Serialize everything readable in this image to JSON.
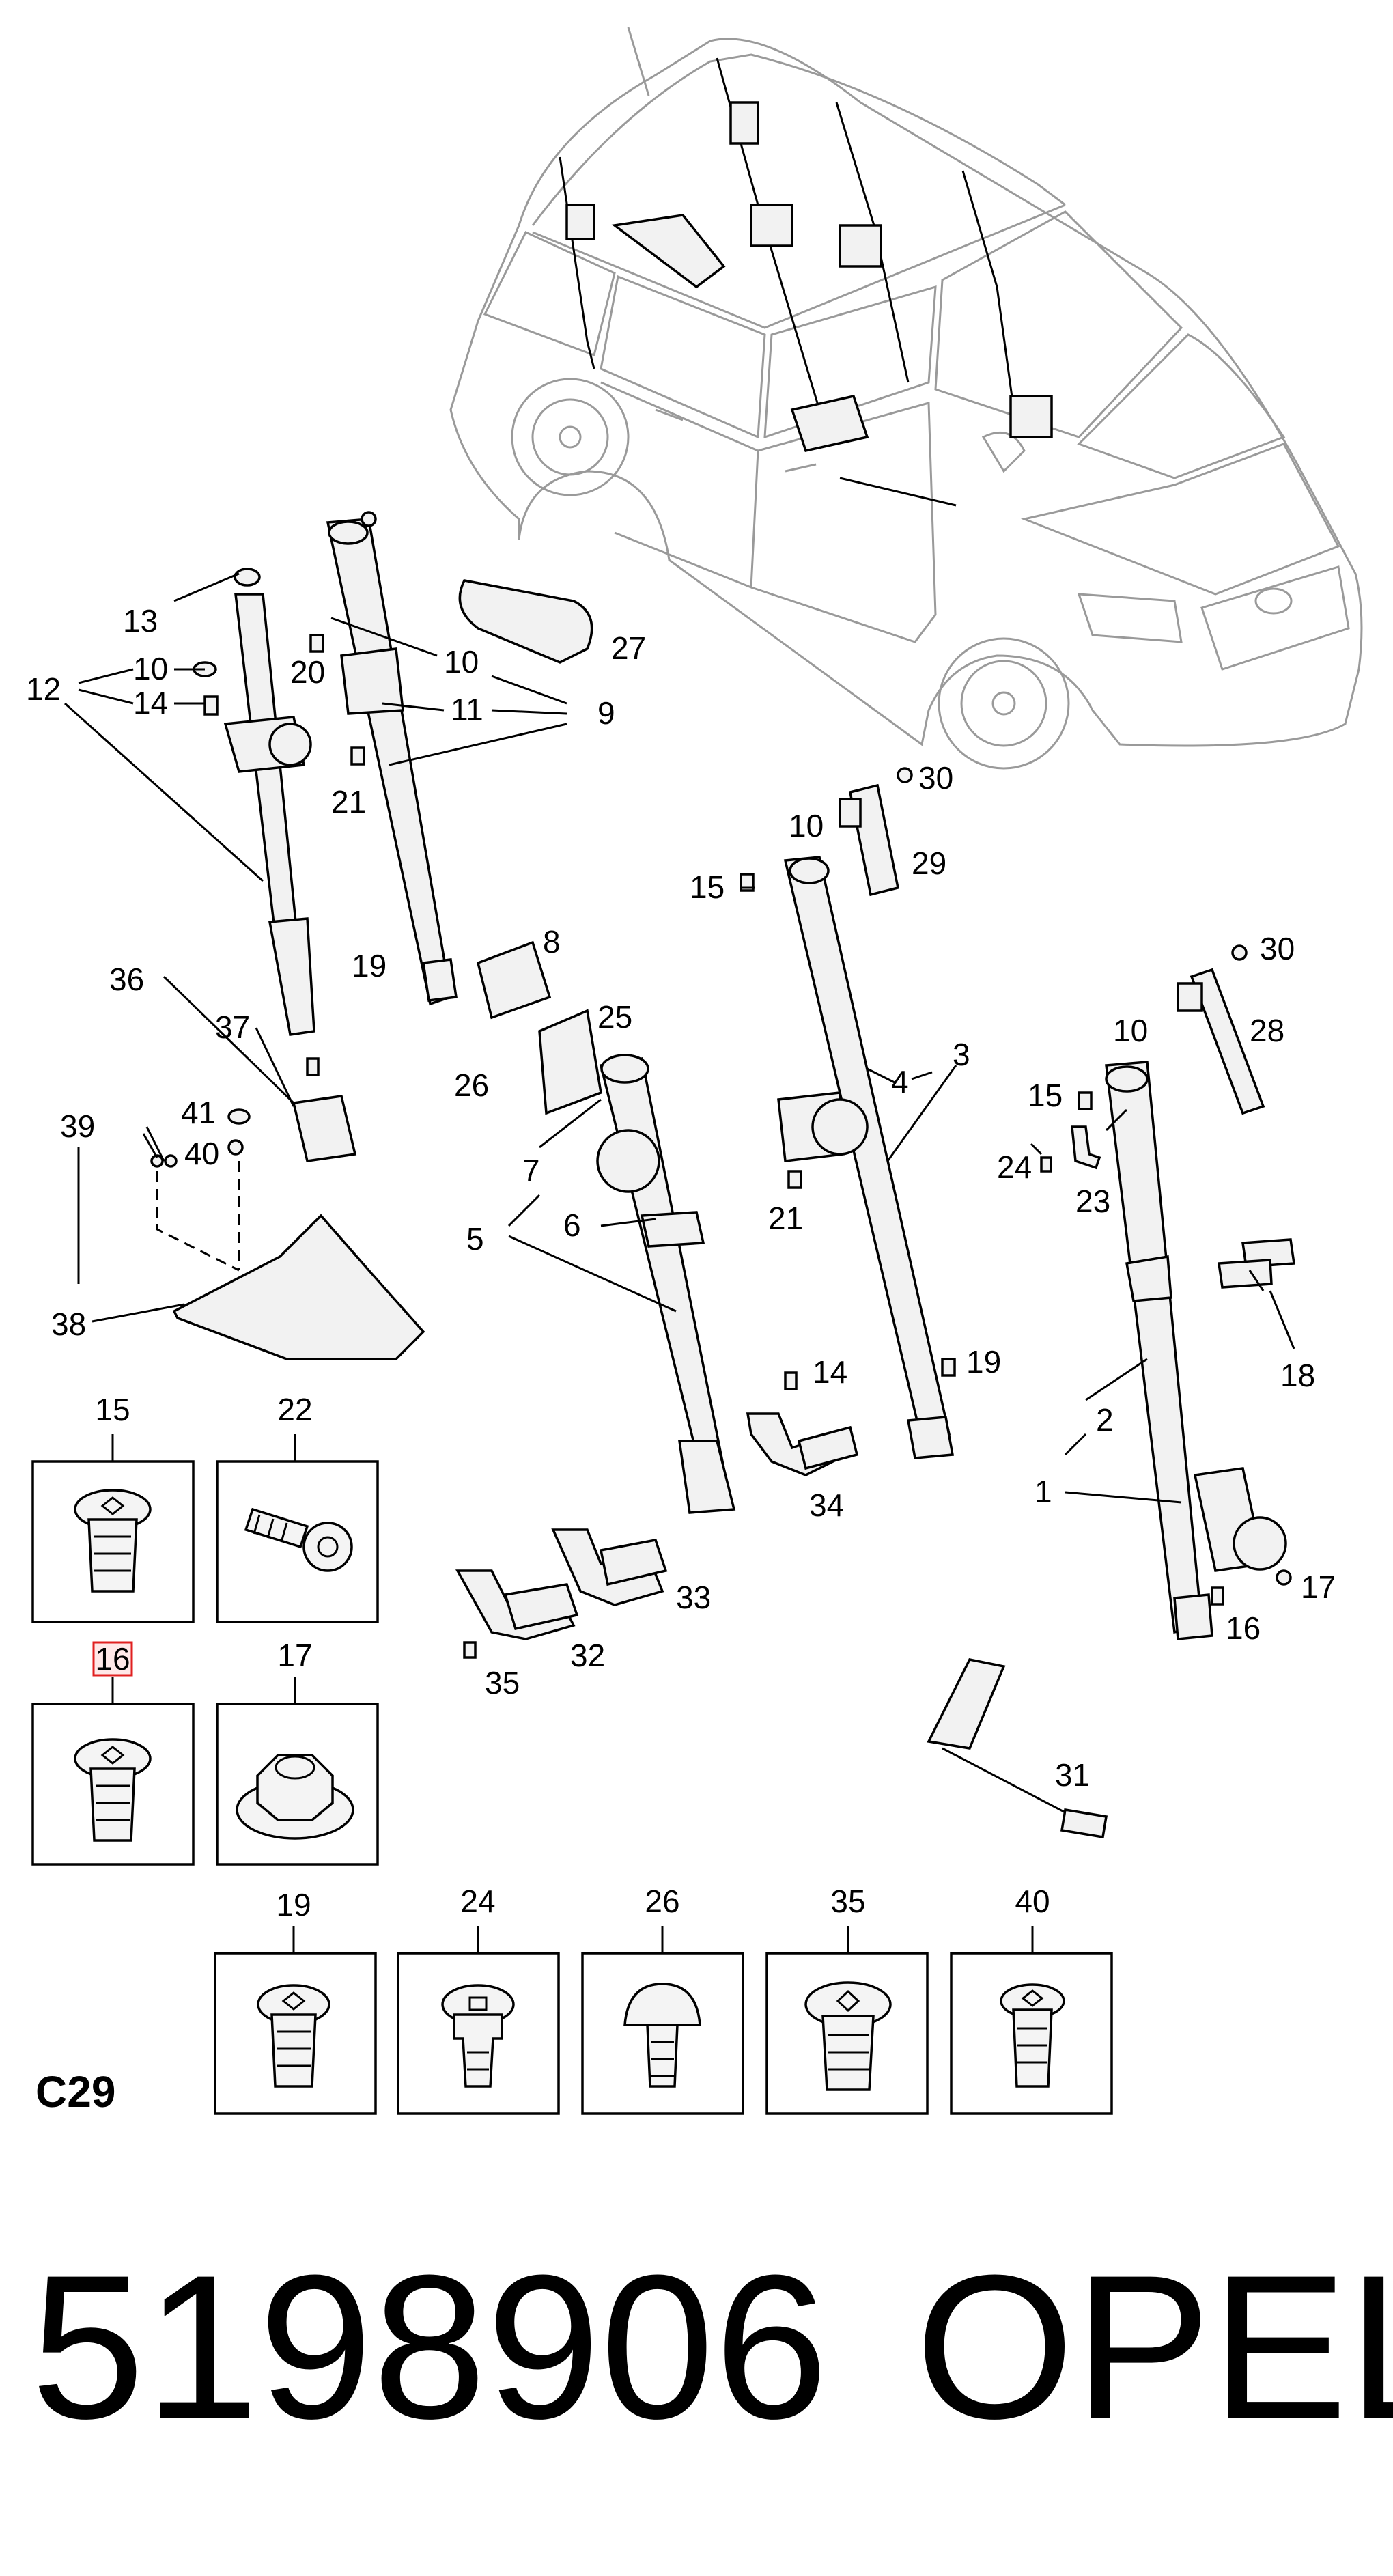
{
  "diagram": {
    "page_code": "C29",
    "part_number": "5198906",
    "brand": "OPEL",
    "highlighted_callout": "16",
    "highlight_color": "#e02020",
    "callouts": {
      "c13": "13",
      "c12": "12",
      "c10a": "10",
      "c14a": "14",
      "c20": "20",
      "c10b": "10",
      "c27": "27",
      "c11": "11",
      "c9": "9",
      "c21a": "21",
      "c30a": "30",
      "c10c": "10",
      "c29": "29",
      "c15a": "15",
      "c19a": "19",
      "c8": "8",
      "c36": "36",
      "c37": "37",
      "c25": "25",
      "c26a": "26",
      "c4": "4",
      "c3": "3",
      "c41": "41",
      "c40a": "40",
      "c39": "39",
      "c7": "7",
      "c30b": "30",
      "c10d": "10",
      "c28": "28",
      "c15b": "15",
      "c24a": "24",
      "c23": "23",
      "c5": "5",
      "c6": "6",
      "c21b": "21",
      "c38": "38",
      "c18": "18",
      "c14b": "14",
      "c19b": "19",
      "c2": "2",
      "c1": "1",
      "c34": "34",
      "c33": "33",
      "c32": "32",
      "c35a": "35",
      "c17a": "17",
      "c16a": "16",
      "c31": "31"
    },
    "fastener_boxes": [
      {
        "label": "15",
        "type": "torx-screw"
      },
      {
        "label": "22",
        "type": "torx-screw-side"
      },
      {
        "label": "16",
        "type": "torx-screw"
      },
      {
        "label": "17",
        "type": "flange-nut"
      },
      {
        "label": "19",
        "type": "torx-screw"
      },
      {
        "label": "24",
        "type": "torx-screw-shouldered"
      },
      {
        "label": "26",
        "type": "dome-screw"
      },
      {
        "label": "35",
        "type": "torx-screw-large"
      },
      {
        "label": "40",
        "type": "torx-screw-small"
      }
    ]
  }
}
